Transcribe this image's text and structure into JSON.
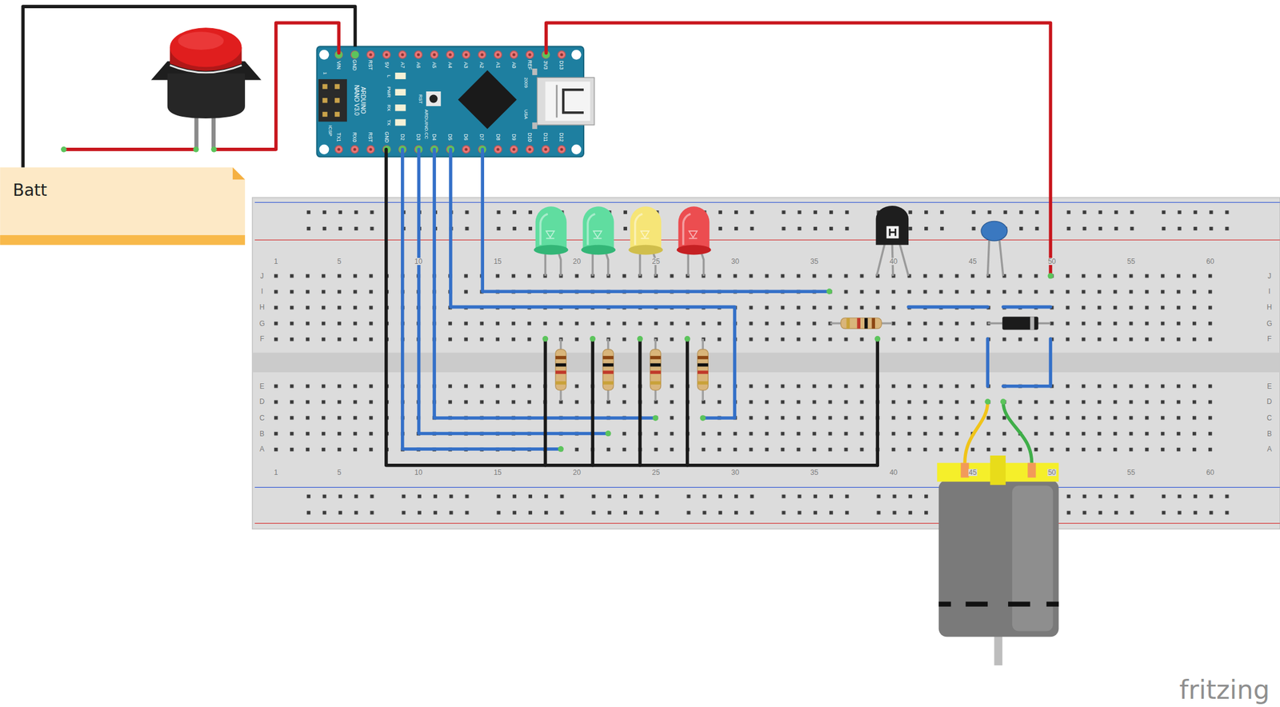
{
  "diagram": {
    "nodes": [
      {
        "text": [
          "VIN",
          "GND",
          "RST",
          "5V",
          "A7",
          "A6",
          "A5",
          "A4",
          "A3",
          "A2",
          "A1",
          "A0",
          "REF",
          "3V3",
          "D13",
          "TX1",
          "RX0",
          "RST",
          "GND",
          "D2",
          "D3",
          "D4",
          "D5",
          "D6",
          "D7",
          "D8",
          "D9",
          "D10",
          "D11",
          "D12",
          "ARDUINO NANO V3.0",
          "ICSP",
          "1",
          "L",
          "PWR",
          "RX",
          "TX",
          "RST",
          "ARDUINO.CC",
          "2009",
          "USA"
        ]
      },
      {
        "text": [
          "Batt"
        ]
      }
    ],
    "edges": [
      {
        "from": 1,
        "to": 0,
        "arrow": "none"
      }
    ],
    "labels": [
      "1",
      "5",
      "10",
      "15",
      "20",
      "25",
      "30",
      "35",
      "40",
      "45",
      "50",
      "55",
      "60",
      "1",
      "5",
      "10",
      "15",
      "20",
      "25",
      "30",
      "35",
      "40",
      "45",
      "50",
      "55",
      "60",
      "J",
      "I",
      "H",
      "G",
      "F",
      "E",
      "D",
      "C",
      "B",
      "A",
      "J",
      "I",
      "H",
      "G",
      "F",
      "E",
      "D",
      "C",
      "B",
      "A",
      "fritzing"
    ]
  }
}
